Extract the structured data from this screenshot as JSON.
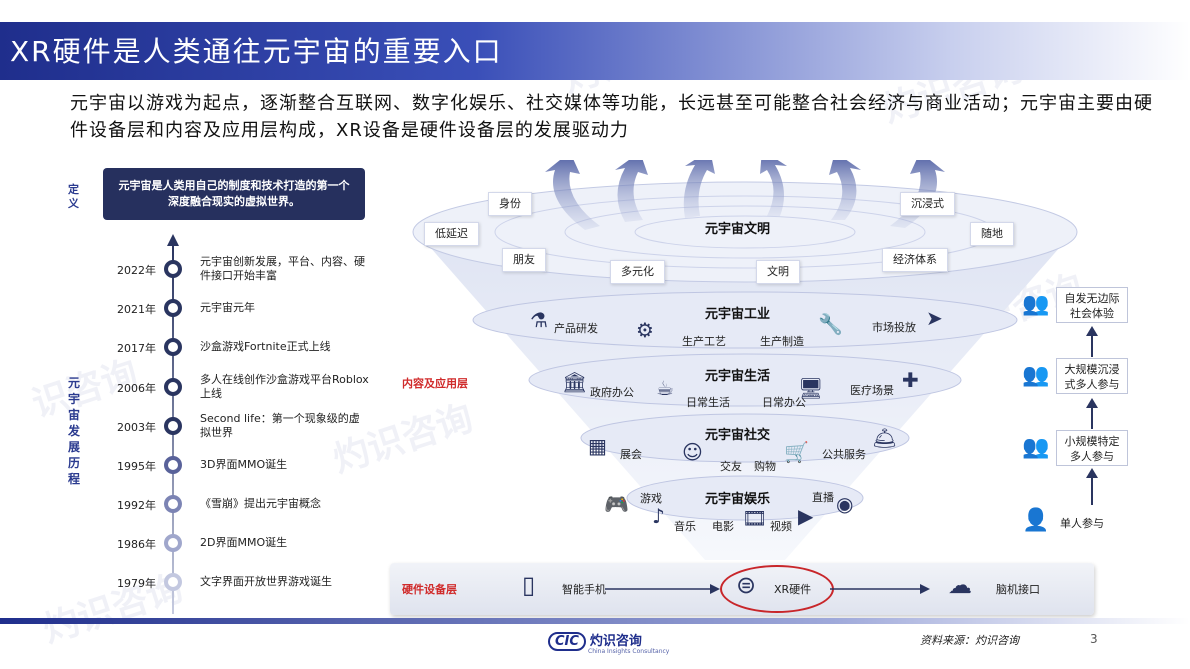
{
  "title": "XR硬件是人类通往元宇宙的重要入口",
  "subtitle": "元宇宙以游戏为起点，逐渐整合互联网、数字化娱乐、社交媒体等功能，长远甚至可能整合社会经济与商业活动；元宇宙主要由硬件设备层和内容及应用层构成，XR设备是硬件设备层的发展驱动力",
  "definition": {
    "label": "定义",
    "text": "元宇宙是人类用自己的制度和技术打造的第一个深度融合现实的虚拟世界。"
  },
  "history_label": "元宇宙发展历程",
  "timeline": [
    {
      "year": "2022年",
      "text": "元宇宙创新发展，平台、内容、硬件接口开始丰富"
    },
    {
      "year": "2021年",
      "text": "元宇宙元年"
    },
    {
      "year": "2017年",
      "text": "沙盒游戏Fortnite正式上线"
    },
    {
      "year": "2006年",
      "text": "多人在线创作沙盒游戏平台Roblox上线"
    },
    {
      "year": "2003年",
      "text": "Second life：第一个现象级的虚拟世界"
    },
    {
      "year": "1995年",
      "text": "3D界面MMO诞生"
    },
    {
      "year": "1992年",
      "text": "《雪崩》提出元宇宙概念"
    },
    {
      "year": "1986年",
      "text": "2D界面MMO诞生"
    },
    {
      "year": "1979年",
      "text": "文字界面开放世界游戏诞生"
    }
  ],
  "funnel": {
    "civilization": {
      "title": "元宇宙文明",
      "chips": [
        "身份",
        "沉浸式",
        "低延迟",
        "随地",
        "朋友",
        "多元化",
        "文明",
        "经济体系"
      ]
    },
    "industry": {
      "title": "元宇宙工业",
      "items": [
        "产品研发",
        "生产工艺",
        "生产制造",
        "市场投放"
      ]
    },
    "life": {
      "title": "元宇宙生活",
      "items": [
        "政府办公",
        "日常生活",
        "日常办公",
        "医疗场景"
      ]
    },
    "social": {
      "title": "元宇宙社交",
      "items": [
        "展会",
        "交友",
        "购物",
        "公共服务"
      ]
    },
    "entertainment": {
      "title": "元宇宙娱乐",
      "items": [
        "游戏",
        "直播",
        "音乐",
        "电影",
        "视频"
      ]
    },
    "content_label": "内容及应用层"
  },
  "hardware": {
    "label": "硬件设备层",
    "items": [
      "智能手机",
      "XR硬件",
      "脑机接口"
    ],
    "icons": [
      "smartphone-icon",
      "vr-headset-icon",
      "brain-icon"
    ]
  },
  "right_column": [
    {
      "text": "自发无边际社会体验",
      "icon": "group-icon"
    },
    {
      "text": "大规模沉浸式多人参与",
      "icon": "users-icon"
    },
    {
      "text": "小规模特定多人参与",
      "icon": "pair-icon"
    },
    {
      "text": "单人参与",
      "icon": "user-icon"
    }
  ],
  "footer": {
    "logo_mark": "CIC",
    "logo_text": "灼识咨询",
    "logo_sub": "China Insights Consultancy",
    "source": "资料来源：灼识咨询",
    "page": "3"
  },
  "colors": {
    "navy": "#26305e",
    "brand_blue": "#1f2e8c",
    "highlight_red": "#d02b2b"
  }
}
